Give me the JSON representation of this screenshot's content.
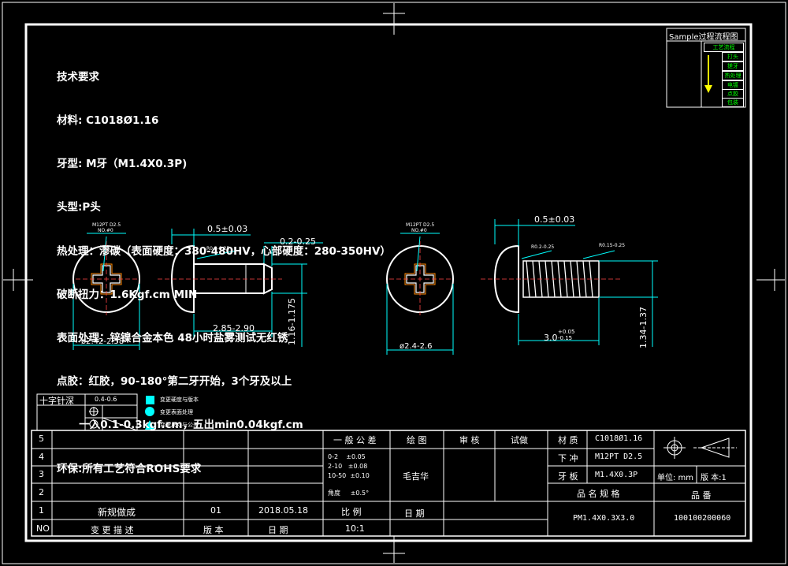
{
  "requirements": {
    "title": "技术要求",
    "lines": [
      "材料: C1018Ø1.16",
      "牙型: M牙（M1.4X0.3P)",
      "头型:P头",
      "热处理：渗碳（表面硬度：380-480HV，心部硬度：280-350HV）",
      "破断扭力：1.6Kgf.cm MIN",
      "表面处理：锌镍合金本色 48小时盐雾测试无红锈",
      "点胶：红胶，90-180°第二牙开始，3个牙及以上",
      "      一入0.1-0.3kgf.cm，五出min0.04kgf.cm",
      "环保:所有工艺符合ROHS要求"
    ]
  },
  "process_box": {
    "title": "Sample过程流程图",
    "steps": [
      "工艺流程",
      "打头",
      "搓牙",
      "热处理",
      "电镀",
      "点胶",
      "包装"
    ]
  },
  "drawings": {
    "head1": {
      "label1": "M12PT D2.5",
      "label2": "NO.#0",
      "dia": "ø2.42-2.58"
    },
    "side1": {
      "head_h": "0.5±0.03",
      "fillet": "R0.2-0.25",
      "chamfer": "0.2-0.25",
      "length": "2.85-2.90",
      "shank": "1.16-1.175"
    },
    "head2": {
      "label1": "M12PT D2.5",
      "label2": "NO.#0",
      "dia": "ø2.4-2.6"
    },
    "side2": {
      "head_h": "0.5±0.03",
      "fillet": "R0.2-0.25",
      "thread_r": "R0.15-0.25",
      "length": "3.0",
      "tol_up": "+0.05",
      "tol_dn": "-0.15",
      "major": "1.34-1.37"
    }
  },
  "legend": {
    "cross_depth_label": "十字针深",
    "cross_depth_value": "0.4-0.6",
    "items": [
      "变更硬度与版本",
      "变更表面处理",
      "变更尺寸与公差"
    ]
  },
  "title_block": {
    "rev_rows": [
      {
        "no": "5",
        "desc": "",
        "ver": "",
        "date": ""
      },
      {
        "no": "4",
        "desc": "",
        "ver": "",
        "date": ""
      },
      {
        "no": "3",
        "desc": "",
        "ver": "",
        "date": ""
      },
      {
        "no": "2",
        "desc": "",
        "ver": "",
        "date": ""
      },
      {
        "no": "1",
        "desc": "新规做成",
        "ver": "01",
        "date": "2018.05.18"
      }
    ],
    "headers": {
      "no": "NO",
      "desc": "变 更 描 述",
      "ver": "版 本",
      "date": "日 期"
    },
    "tolerance": {
      "title": "一 般 公 差",
      "lines": [
        "0-2    ±0.05",
        "2-10   ±0.08",
        "10-50  ±0.10"
      ],
      "angle": "角度     ±0.5°"
    },
    "scale_label": "比 例",
    "scale_value": "10:1",
    "drawn_label": "绘 图",
    "drawn_value": "毛吉华",
    "check_label": "审 核",
    "approve_label": "试做",
    "date_label": "日 期",
    "material_label": "材 质",
    "material_value": "C1018Ø1.16",
    "punch_label": "下 冲",
    "punch_value": "M12PT D2.5",
    "thread_label": "牙 板",
    "thread_value": "M1.4X0.3P",
    "unit": "单位: mm",
    "version": "版 本:1",
    "spec_label": "品 名 规 格",
    "spec_value": "PM1.4X0.3X3.0",
    "part_label": "品 番",
    "part_value": "100100200060"
  }
}
